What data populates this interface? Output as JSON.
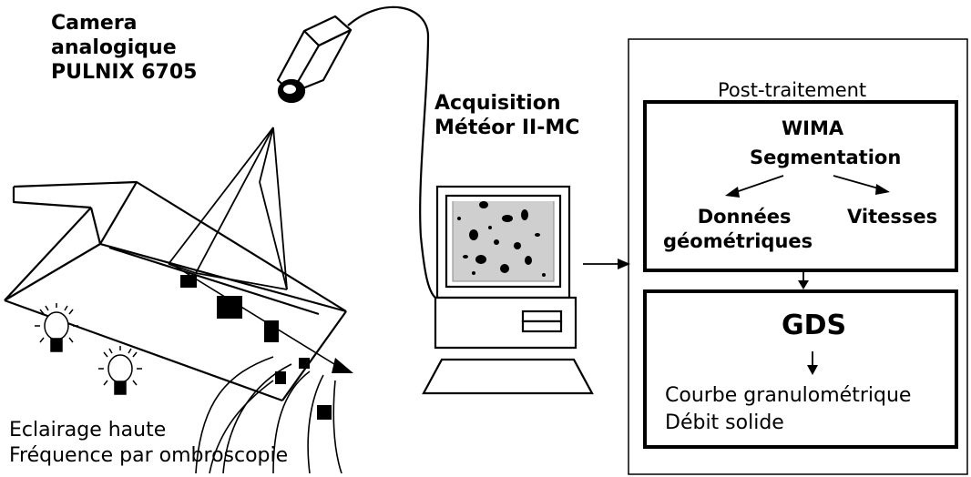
{
  "camera": {
    "line1": "Camera",
    "line2": "analogique",
    "line3": "PULNIX 6705"
  },
  "acquisition": {
    "line1": "Acquisition",
    "line2": "Météor II-MC"
  },
  "lighting": {
    "line1": "Eclairage haute",
    "line2": "Fréquence par ombroscopie"
  },
  "post": {
    "title": "Post-traitement",
    "wima": "WIMA",
    "segmentation": "Segmentation",
    "donnees_line1": "Données",
    "donnees_line2": "géométriques",
    "vitesses": "Vitesses"
  },
  "gds": {
    "title": "GDS",
    "line1": "Courbe granulométrique",
    "line2": "Débit solide"
  }
}
